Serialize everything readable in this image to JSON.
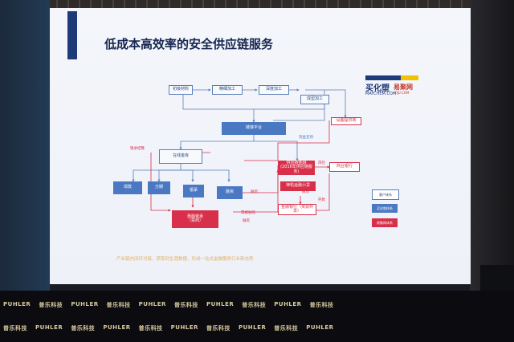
{
  "slide": {
    "title": "低成本高效率的安全供应链服务",
    "logo": {
      "main": "买化塑",
      "sub": "MAYCHEM.COM",
      "main2": "易聚网",
      "sub2": "YIJU.COM"
    },
    "flow": {
      "raw_material": "初级材料",
      "refined_processing": "精细加工",
      "deep_processing": "深度加工",
      "finished_processing": "成型加工",
      "equipment_supplier": "设备提供商",
      "trading_platform": "链接平台",
      "online_warehouse": "在线金库",
      "supply_chain_finance": "供应链金融\n(2016年供应链服务)",
      "commercial_bank": "商业银行",
      "product_price": "现款",
      "installment": "分期",
      "bill": "银承",
      "financing": "融资",
      "lease_finance": "神机运融小贷",
      "guarantee": "金融银行（资源共享）",
      "credit_bill": "惠融银承\n（票商）"
    },
    "labels": {
      "bill_settlement": "银承结算",
      "credit_support": "资金支持",
      "financing_left": "融资",
      "risk_control": "风险",
      "financing_right": "融资",
      "deposit": "存款",
      "bill_discount": "票据贴现",
      "financing_bottom": "融资"
    },
    "legend": {
      "outline": "客户体系",
      "blue": "买化塑体系",
      "red": "易聚网体系"
    },
    "footnote": "产业链内闭环对接，获取到生涯数据，形成一站式金融服务行业新态势"
  },
  "ad_strip": {
    "row1": [
      "PUHLER",
      "普乐科技",
      "PUHLER",
      "普乐科技",
      "PUHLER",
      "普乐科技",
      "PUHLER",
      "普乐科技",
      "PUHLER",
      "普乐科技"
    ],
    "row2": [
      "普乐科技",
      "PUHLER",
      "普乐科技",
      "PUHLER",
      "普乐科技",
      "PUHLER",
      "普乐科技",
      "PUHLER",
      "普乐科技",
      "PUHLER"
    ]
  },
  "colors": {
    "navy": "#1f3a78",
    "blue": "#4a78c2",
    "red": "#d8304a",
    "gold": "#f2c200"
  }
}
